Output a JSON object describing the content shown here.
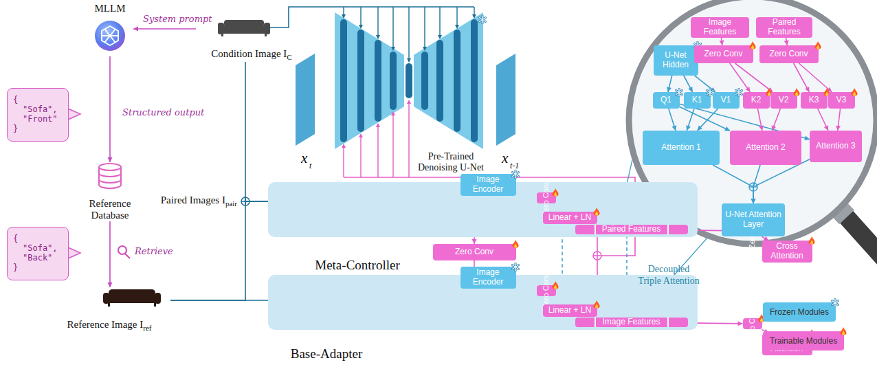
{
  "diagram": {
    "nodes": [
      {
        "text": [
          "MLLM"
        ]
      },
      {
        "text": [
          "Condition Image I"
        ]
      },
      {
        "text": [
          "{",
          "\"Sofa\",",
          "\"Front\"",
          "}"
        ]
      },
      {
        "text": [
          "Reference Database"
        ]
      },
      {
        "text": [
          "{",
          "\"Sofa\",",
          "\"Back\"",
          "}"
        ]
      },
      {
        "text": [
          "Reference Image I"
        ]
      },
      {
        "text": [
          "Paired Images I"
        ]
      },
      {
        "text": [
          "Meta-Controller"
        ]
      },
      {
        "text": [
          "Image Encoder"
        ],
        "in": 7
      },
      {
        "text": [
          "Zero Conv"
        ],
        "in": 7
      },
      {
        "text": [
          "Linear + LN"
        ],
        "in": 7
      },
      {
        "text": [
          "Paired Features"
        ],
        "in": 7
      },
      {
        "text": [
          "Zero Conv"
        ],
        "in": 7
      },
      {
        "text": [
          "Cross Attention"
        ],
        "in": 7
      },
      {
        "text": [
          "Zero Conv"
        ]
      },
      {
        "text": [
          "Base-Adapter"
        ]
      },
      {
        "text": [
          "Image Encoder"
        ],
        "in": 15
      },
      {
        "text": [
          "Zero Conv"
        ],
        "in": 15
      },
      {
        "text": [
          "Linear + LN"
        ],
        "in": 15
      },
      {
        "text": [
          "Image Features"
        ],
        "in": 15
      },
      {
        "text": [
          "Zero Conv"
        ],
        "in": 15
      },
      {
        "text": [
          "Cross Attention"
        ],
        "in": 15
      },
      {
        "text": [
          "Pre-Trained Denoising U-Net"
        ]
      },
      {
        "text": [
          "Image Features"
        ]
      },
      {
        "text": [
          "Paired Features"
        ]
      },
      {
        "text": [
          "U-Net Hidden"
        ]
      },
      {
        "text": [
          "Zero Conv"
        ]
      },
      {
        "text": [
          "Zero Conv"
        ]
      },
      {
        "text": [
          "Q1"
        ]
      },
      {
        "text": [
          "K1"
        ]
      },
      {
        "text": [
          "V1"
        ]
      },
      {
        "text": [
          "K2"
        ]
      },
      {
        "text": [
          "V2"
        ]
      },
      {
        "text": [
          "K3"
        ]
      },
      {
        "text": [
          "V3"
        ]
      },
      {
        "text": [
          "Attention 1"
        ]
      },
      {
        "text": [
          "Attention 2"
        ]
      },
      {
        "text": [
          "Attention 3"
        ]
      },
      {
        "text": [
          "U-Net Attention Layer"
        ]
      }
    ],
    "edges": [
      {
        "from": 1,
        "to": 0,
        "label": "System prompt",
        "arrow": "to"
      },
      {
        "from": 0,
        "to": 3,
        "label": "Structured output",
        "arrow": "to"
      },
      {
        "from": 3,
        "to": 5,
        "label": "Retrieve",
        "arrow": "to"
      },
      {
        "from": 1,
        "to": 8,
        "arrow": "to"
      },
      {
        "from": 5,
        "to": 8,
        "arrow": "to"
      },
      {
        "from": 5,
        "to": 16,
        "arrow": "to"
      },
      {
        "from": 8,
        "to": 9,
        "arrow": "to"
      },
      {
        "from": 9,
        "to": 10,
        "arrow": "to"
      },
      {
        "from": 10,
        "to": 11,
        "arrow": "to"
      },
      {
        "from": 11,
        "to": 12,
        "arrow": "to"
      },
      {
        "from": 12,
        "to": 13,
        "arrow": "to"
      },
      {
        "from": 11,
        "to": 14,
        "arrow": "to"
      },
      {
        "from": 14,
        "to": 19,
        "arrow": "to"
      },
      {
        "from": 16,
        "to": 17,
        "arrow": "to"
      },
      {
        "from": 17,
        "to": 18,
        "arrow": "to"
      },
      {
        "from": 18,
        "to": 19,
        "arrow": "to"
      },
      {
        "from": 19,
        "to": 20,
        "arrow": "to"
      },
      {
        "from": 20,
        "to": 21,
        "arrow": "to"
      },
      {
        "from": 25,
        "to": 28,
        "arrow": "to"
      },
      {
        "from": 25,
        "to": 29,
        "arrow": "to"
      },
      {
        "from": 25,
        "to": 30,
        "arrow": "to"
      },
      {
        "from": 23,
        "to": 26,
        "arrow": "to"
      },
      {
        "from": 24,
        "to": 27,
        "arrow": "to"
      },
      {
        "from": 26,
        "to": 31,
        "arrow": "to"
      },
      {
        "from": 26,
        "to": 32,
        "arrow": "to"
      },
      {
        "from": 27,
        "to": 33,
        "arrow": "to"
      },
      {
        "from": 27,
        "to": 34,
        "arrow": "to"
      },
      {
        "from": 28,
        "to": 35,
        "arrow": "to"
      },
      {
        "from": 28,
        "to": 36,
        "arrow": "to"
      },
      {
        "from": 28,
        "to": 37,
        "arrow": "to"
      },
      {
        "from": 29,
        "to": 35,
        "arrow": "to"
      },
      {
        "from": 30,
        "to": 35,
        "arrow": "to"
      },
      {
        "from": 31,
        "to": 36,
        "arrow": "to"
      },
      {
        "from": 32,
        "to": 36,
        "arrow": "to"
      },
      {
        "from": 33,
        "to": 37,
        "arrow": "to"
      },
      {
        "from": 34,
        "to": 37,
        "arrow": "to"
      },
      {
        "from": 35,
        "to": 38,
        "arrow": "to"
      },
      {
        "from": 36,
        "to": 38,
        "arrow": "to"
      },
      {
        "from": 37,
        "to": 38,
        "arrow": "to"
      }
    ],
    "labels": [
      "C",
      "ref",
      "pair",
      "x",
      "t",
      "x",
      "t-1",
      "Decoupled Triple Attention"
    ],
    "legend": [
      {
        "text": "Frozen Modules",
        "color": "#5ec3ea"
      },
      {
        "text": "Trainable Modules",
        "color": "#ef6dd3"
      }
    ]
  }
}
